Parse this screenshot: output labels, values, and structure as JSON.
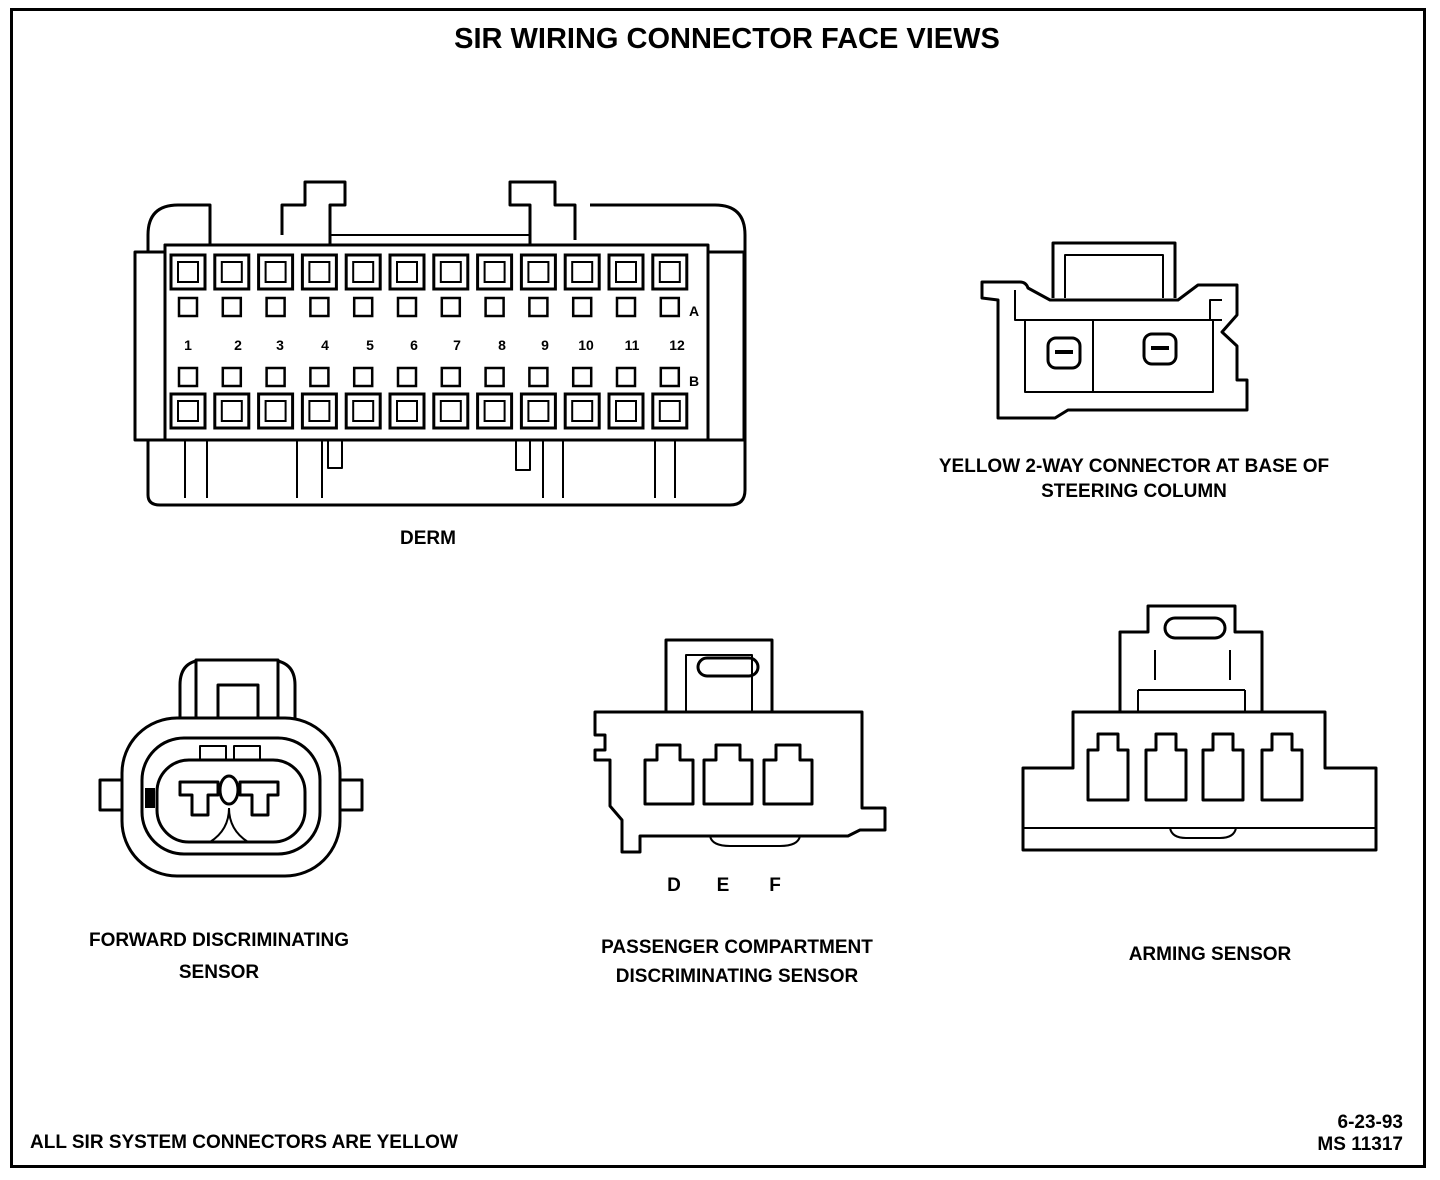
{
  "title": "SIR WIRING CONNECTOR FACE VIEWS",
  "connectors": {
    "derm": {
      "label": "DERM",
      "row_a_label": "A",
      "row_b_label": "B",
      "pins": [
        "1",
        "2",
        "3",
        "4",
        "5",
        "6",
        "7",
        "8",
        "9",
        "10",
        "11",
        "12"
      ]
    },
    "yellow_2way": {
      "label_line1": "YELLOW 2-WAY CONNECTOR AT BASE OF",
      "label_line2": "STEERING COLUMN"
    },
    "forward_sensor": {
      "label_line1": "FORWARD DISCRIMINATING",
      "label_line2": "SENSOR"
    },
    "passenger_sensor": {
      "label_line1": "PASSENGER COMPARTMENT",
      "label_line2": "DISCRIMINATING SENSOR",
      "pins": [
        "D",
        "E",
        "F"
      ]
    },
    "arming_sensor": {
      "label": "ARMING SENSOR"
    }
  },
  "footer": {
    "note": "ALL SIR SYSTEM CONNECTORS ARE YELLOW",
    "date": "6-23-93",
    "code": "MS 11317"
  }
}
